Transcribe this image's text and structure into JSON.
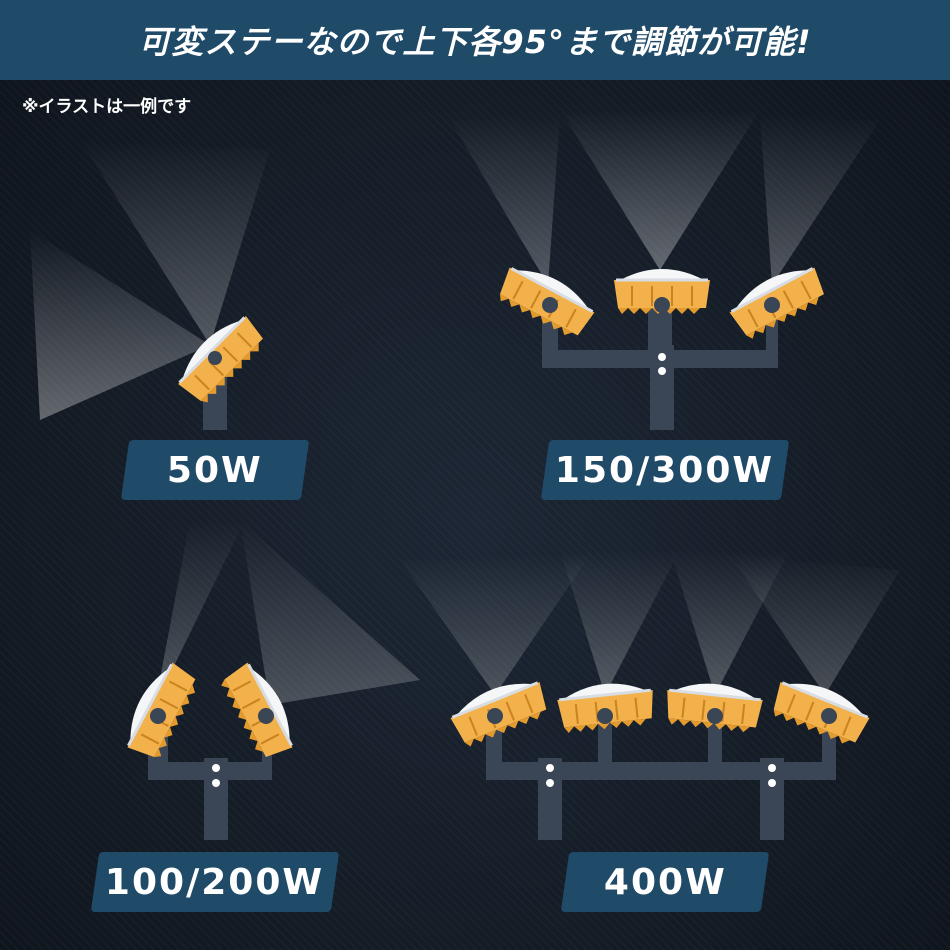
{
  "header": {
    "title": "可変ステーなので上下各95°まで調節が可能!"
  },
  "note": "※イラストは一例です",
  "models": [
    {
      "label": "50W"
    },
    {
      "label": "150/300W"
    },
    {
      "label": "100/200W"
    },
    {
      "label": "400W"
    }
  ],
  "colors": {
    "header_bg": "#1f4a68",
    "label_bg": "#1f4a68",
    "background": "#141b25",
    "heatsink": "#f2b14a",
    "bracket": "#3a4556"
  }
}
